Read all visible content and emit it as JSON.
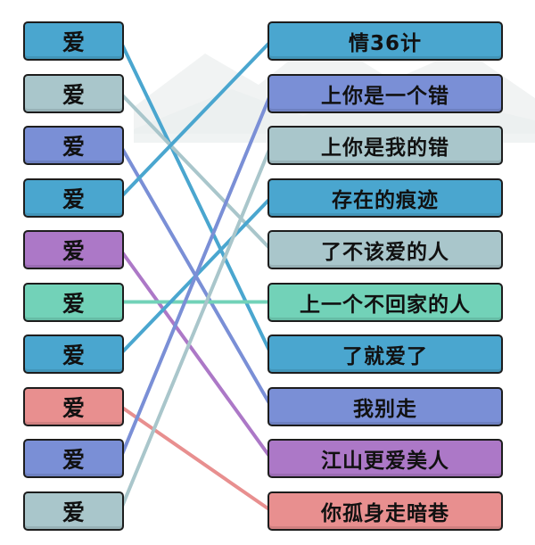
{
  "colors": {
    "blue": "#4aa6cf",
    "grey": "#a9c6cb",
    "indigo": "#7a8fd6",
    "purple": "#ac78c7",
    "teal": "#72d2b8",
    "coral": "#e88f8f"
  },
  "left_items": [
    {
      "label": "爱",
      "color": "blue"
    },
    {
      "label": "爱",
      "color": "grey"
    },
    {
      "label": "爱",
      "color": "indigo"
    },
    {
      "label": "爱",
      "color": "blue"
    },
    {
      "label": "爱",
      "color": "purple"
    },
    {
      "label": "爱",
      "color": "teal"
    },
    {
      "label": "爱",
      "color": "blue"
    },
    {
      "label": "爱",
      "color": "coral"
    },
    {
      "label": "爱",
      "color": "indigo"
    },
    {
      "label": "爱",
      "color": "grey"
    }
  ],
  "right_items": [
    {
      "label": "情36计",
      "color": "blue"
    },
    {
      "label": "上你是一个错",
      "color": "indigo"
    },
    {
      "label": "上你是我的错",
      "color": "grey"
    },
    {
      "label": "存在的痕迹",
      "color": "blue"
    },
    {
      "label": "了不该爱的人",
      "color": "grey"
    },
    {
      "label": "上一个不回家的人",
      "color": "teal"
    },
    {
      "label": "了就爱了",
      "color": "blue"
    },
    {
      "label": "我别走",
      "color": "indigo"
    },
    {
      "label": "江山更爱美人",
      "color": "purple"
    },
    {
      "label": "你孤身走暗巷",
      "color": "coral"
    }
  ],
  "connections": [
    {
      "from": 0,
      "to": 6
    },
    {
      "from": 1,
      "to": 4
    },
    {
      "from": 2,
      "to": 7
    },
    {
      "from": 3,
      "to": 0
    },
    {
      "from": 4,
      "to": 8
    },
    {
      "from": 5,
      "to": 5
    },
    {
      "from": 6,
      "to": 3
    },
    {
      "from": 7,
      "to": 9
    },
    {
      "from": 8,
      "to": 1
    },
    {
      "from": 9,
      "to": 2
    }
  ]
}
